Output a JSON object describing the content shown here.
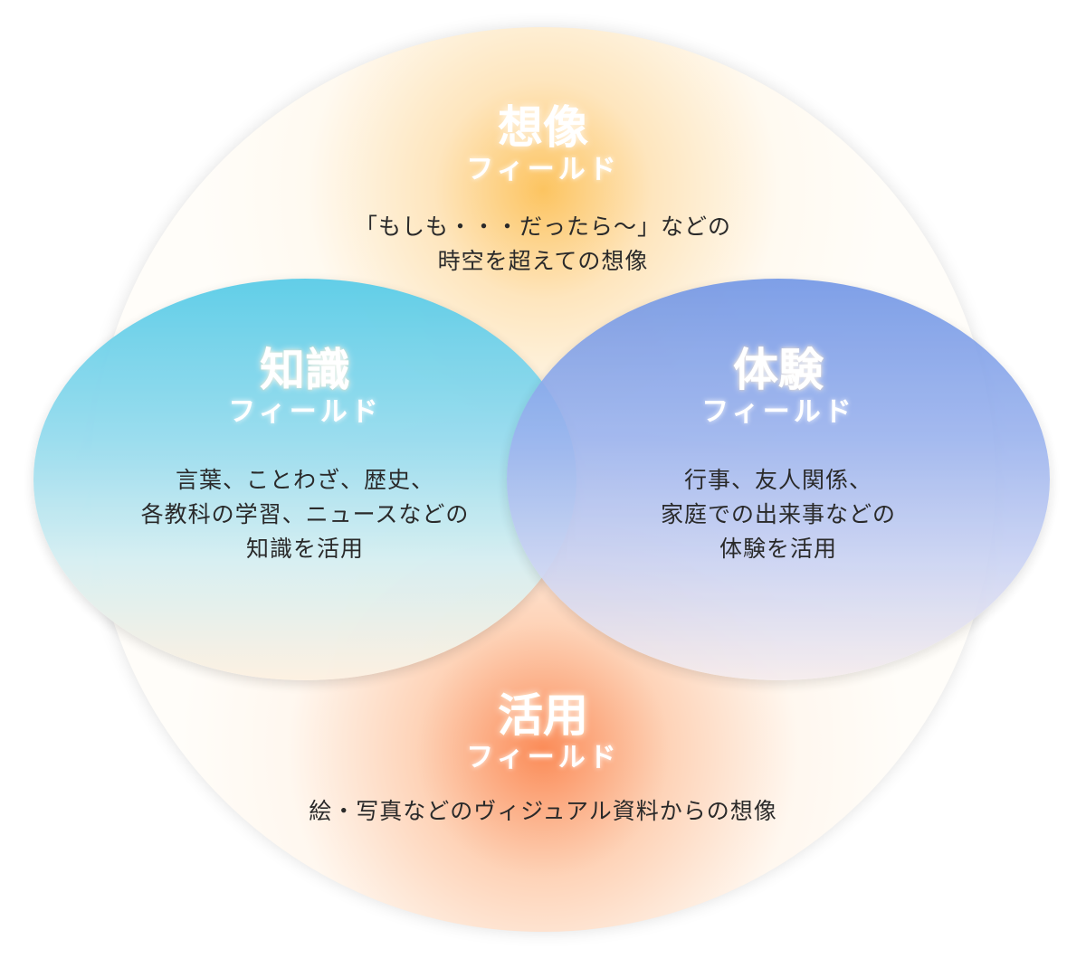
{
  "fields": {
    "imagination": {
      "title": "想像",
      "subtitle": "フィールド",
      "desc": [
        "「もしも・・・だったら〜」などの",
        "時空を超えての想像"
      ]
    },
    "knowledge": {
      "title": "知識",
      "subtitle": "フィールド",
      "desc": [
        "言葉、ことわざ、歴史、",
        "各教科の学習、ニュースなどの",
        "知識を活用"
      ]
    },
    "experience": {
      "title": "体験",
      "subtitle": "フィールド",
      "desc": [
        "行事、友人関係、",
        "家庭での出来事などの",
        "体験を活用"
      ]
    },
    "application": {
      "title": "活用",
      "subtitle": "フィールド",
      "desc": [
        "絵・写真などのヴィジュアル資料からの想像"
      ]
    }
  },
  "colors": {
    "imagination": "#fbb847",
    "knowledge": "#5dcde8",
    "experience": "#7196e6",
    "application": "#f87a3c"
  }
}
